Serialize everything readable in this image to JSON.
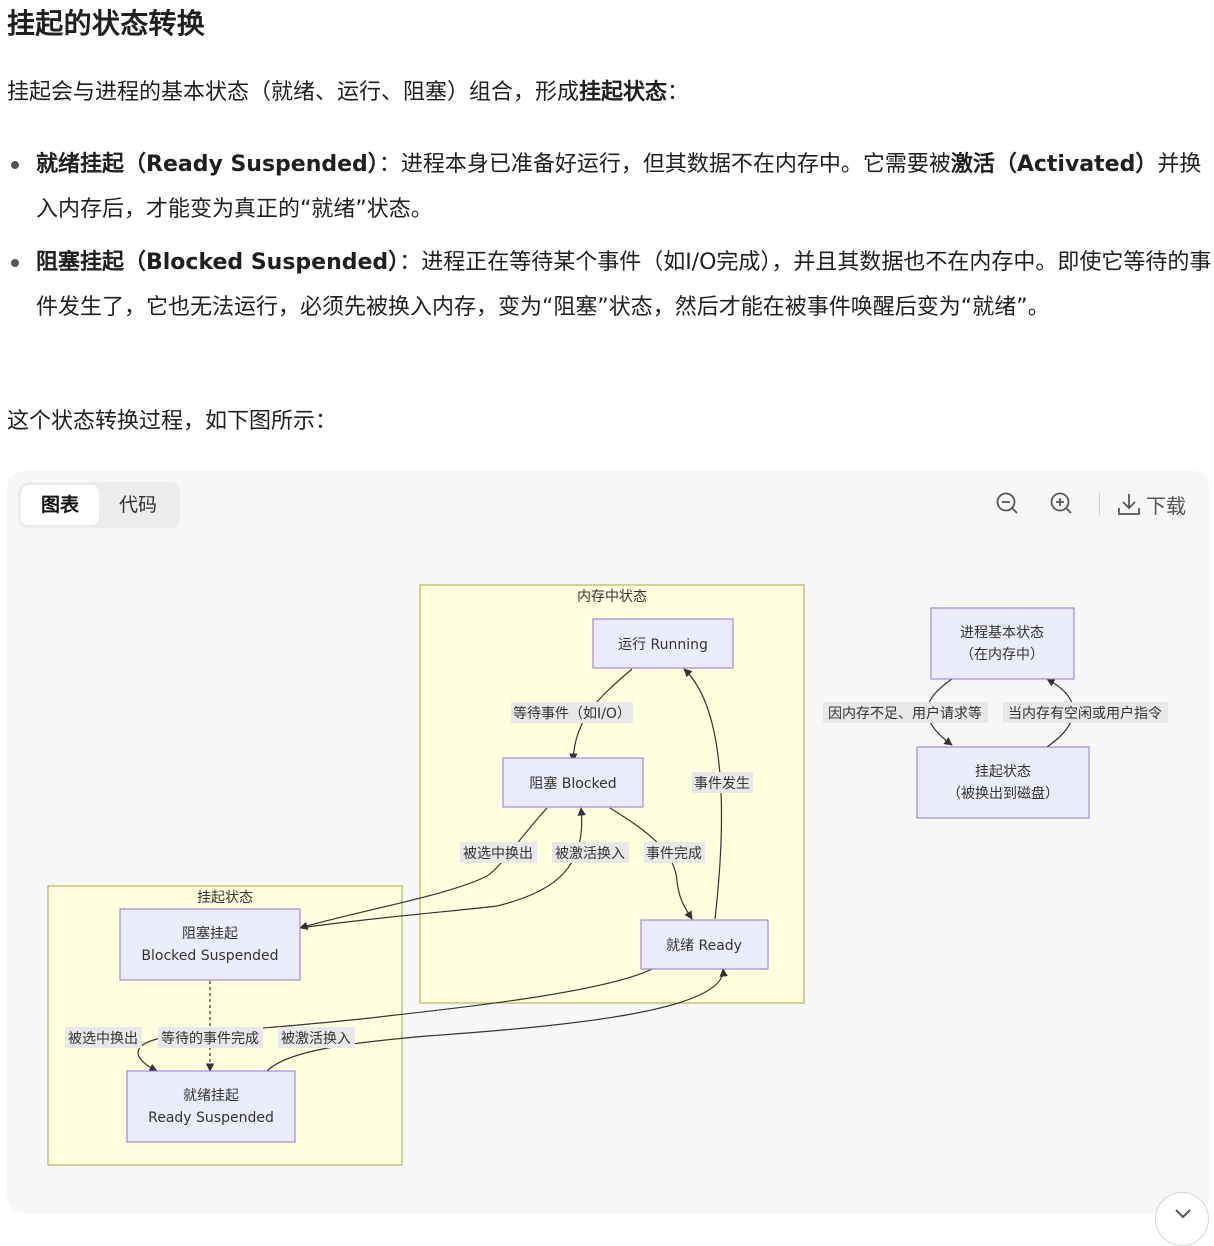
{
  "heading": "挂起的状态转换",
  "intro": {
    "prefix": "挂起会与进程的基本状态（就绪、运行、阻塞）组合，形成",
    "bold": "挂起状态",
    "suffix": "："
  },
  "bullets": [
    {
      "bold": "就绪挂起（Ready Suspended）",
      "text_before": "：进程本身已准备好运行，但其数据不在内存中。它需要被",
      "bold2": "激活（Activated）",
      "text_after": "并换入内存后，才能变为真正的“就绪”状态。"
    },
    {
      "bold": "阻塞挂起（Blocked Suspended）",
      "text_before": "：进程正在等待某个事件（如I/O完成），并且其数据也不在内存中。即使它等待的事件发生了，它也无法运行，必须先被换入内存，变为“阻塞”状态，然后才能在被事件唤醒后变为“就绪”。"
    }
  ],
  "outro": "这个状态转换过程，如下图所示：",
  "card": {
    "tabs": [
      {
        "label": "图表",
        "active": true
      },
      {
        "label": "代码",
        "active": false
      }
    ],
    "download_label": "下载",
    "icons": [
      "zoom-out-icon",
      "zoom-in-icon",
      "download-icon",
      "chevron-down-icon"
    ]
  },
  "diagram": {
    "clusters": {
      "memory": "内存中状态",
      "suspended": "挂起状态"
    },
    "nodes": {
      "running": [
        "运行 Running"
      ],
      "blocked": [
        "阻塞 Blocked"
      ],
      "ready": [
        "就绪 Ready"
      ],
      "blocked_suspended": [
        "阻塞挂起",
        "Blocked Suspended"
      ],
      "ready_suspended": [
        "就绪挂起",
        "Ready Suspended"
      ],
      "basic": [
        "进程基本状态",
        "（在内存中）"
      ],
      "suspend_state": [
        "挂起状态",
        "（被换出到磁盘）"
      ]
    },
    "edge_labels": {
      "wait_event": "等待事件（如I/O）",
      "event_occurs": "事件发生",
      "swap_out_1": "被选中换出",
      "activate_1": "被激活换入",
      "event_done": "事件完成",
      "swap_out_2": "被选中换出",
      "awaited_done": "等待的事件完成",
      "activate_2": "被激活换入",
      "mem_short": "因内存不足、用户请求等",
      "mem_free": "当内存有空闲或用户指令"
    },
    "colors": {
      "cluster_fill": "#ffffde",
      "cluster_stroke": "#aaaa33",
      "node_fill": "#ececff",
      "node_stroke": "#9370db",
      "edge": "#333333",
      "label_bg": "#e8e8e8"
    }
  }
}
